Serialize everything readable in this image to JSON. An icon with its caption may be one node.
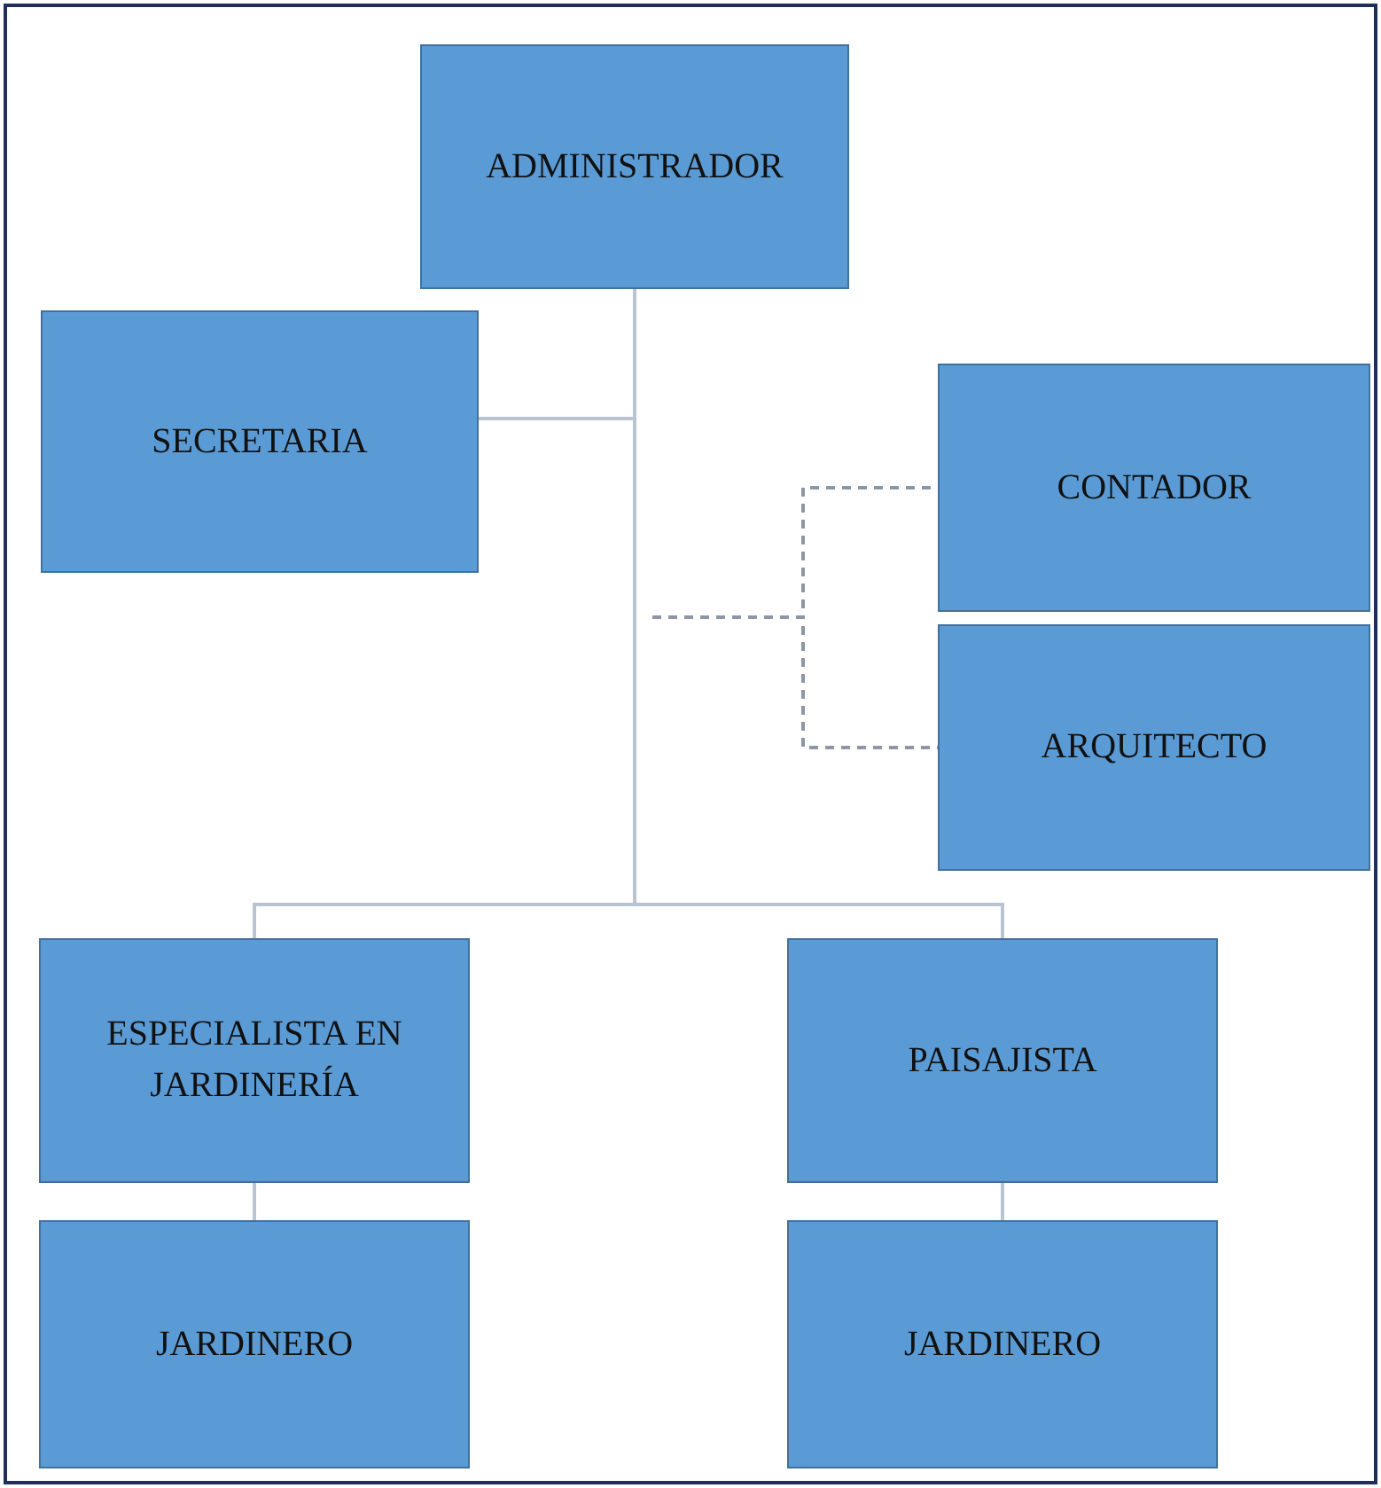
{
  "diagram": {
    "nodes": [
      {
        "text": [
          "ADMINISTRADOR"
        ]
      },
      {
        "text": [
          "SECRETARIA"
        ]
      },
      {
        "text": [
          "CONTADOR"
        ]
      },
      {
        "text": [
          "ARQUITECTO"
        ]
      },
      {
        "text": [
          "ESPECIALISTA EN JARDINERÍA"
        ]
      },
      {
        "text": [
          "PAISAJISTA"
        ]
      },
      {
        "text": [
          "JARDINERO"
        ]
      },
      {
        "text": [
          "JARDINERO"
        ]
      }
    ],
    "edges": [
      {
        "from": 0,
        "to": 1,
        "arrow": "none"
      },
      {
        "from": null,
        "to": 2,
        "arrow": "none",
        "style": "dashed",
        "color": "#8c96a4"
      },
      {
        "from": null,
        "to": 3,
        "arrow": "none",
        "style": "dashed",
        "color": "#8c96a4"
      },
      {
        "from": 0,
        "to": 4,
        "arrow": "none"
      },
      {
        "from": 0,
        "to": 5,
        "arrow": "none"
      },
      {
        "from": 4,
        "to": 6,
        "arrow": "none"
      },
      {
        "from": 5,
        "to": 7,
        "arrow": "none"
      }
    ]
  }
}
